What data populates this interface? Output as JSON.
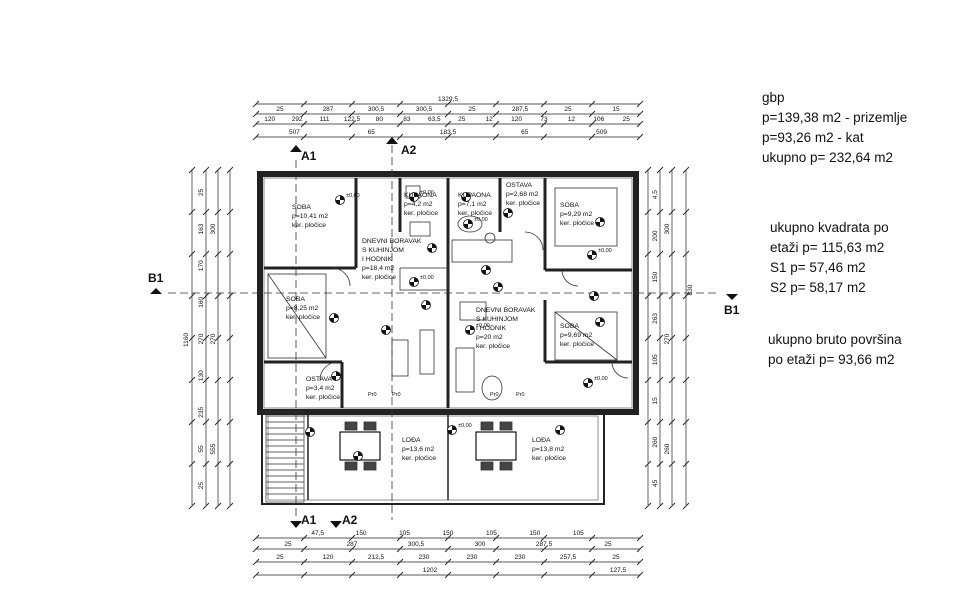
{
  "summary": {
    "gbp": "gbp",
    "ground": "p=139,38 m2 - prizemlje",
    "floor": "p=93,26 m2 - kat",
    "total": "ukupno p= 232,64 m2",
    "per_floor_title": "ukupno kvadrata po",
    "per_floor_value": "etaži p= 115,63 m2",
    "s1": "S1 p= 57,46 m2",
    "s2": "S2 p= 58,17 m2",
    "bruto_title": "ukupno bruto površina",
    "bruto_value": "po etaži p= 93,66 m2"
  },
  "sections": {
    "a1": "A1",
    "a2": "A2",
    "b1": "B1"
  },
  "dims": {
    "top_total": "1329,5",
    "top_row1": [
      "25",
      "287",
      "300,5",
      "300,5",
      "25",
      "287,5",
      "25",
      "15"
    ],
    "top_row2": [
      "120",
      "292",
      "111",
      "122,5",
      "80",
      "83",
      "63,5",
      "25",
      "12",
      "120",
      "73",
      "12",
      "106",
      "25"
    ],
    "top_row3": [
      "507",
      "65",
      "183,5",
      "65",
      "509"
    ],
    "bottom_row1": [
      "47,5",
      "150",
      "105",
      "150",
      "105",
      "150",
      "105"
    ],
    "bottom_row2": [
      "25",
      "287",
      "300,5",
      "300",
      "287,5",
      "25"
    ],
    "bottom_row3": [
      "25",
      "120",
      "212,5",
      "230",
      "230",
      "230",
      "257,5",
      "25"
    ],
    "bottom_total": "1202",
    "bottom_right": "127,5",
    "left_outer": [
      "25",
      "163",
      "170",
      "160",
      "270",
      "130",
      "235",
      "55",
      "25"
    ],
    "left_mid": [
      "300",
      "270",
      "555"
    ],
    "left_total": "1160",
    "right_outer": [
      "4,5",
      "200",
      "150",
      "263",
      "105",
      "15",
      "260",
      "45"
    ],
    "right_mid": [
      "300",
      "270",
      "260"
    ],
    "right_total": "830"
  },
  "rooms": [
    {
      "name": "SOBA",
      "area": "p=10,41 m2",
      "floor": "ker. pločice"
    },
    {
      "name": "SOBA",
      "area": "p=8,25 m2",
      "floor": "ker. pločice"
    },
    {
      "name": "OSTAVA",
      "area": "p=3,4 m2",
      "floor": "ker. pločice"
    },
    {
      "name": "DNEVNI BORAVAK S KUHINJOM I HODNIK",
      "area": "p=18,4 m2",
      "floor": "ker. pločice"
    },
    {
      "name": "KUPAONA",
      "area": "p=4,2 m2",
      "floor": "ker. pločice"
    },
    {
      "name": "KUPAONA",
      "area": "p=7,1 m2",
      "floor": "ker. pločice"
    },
    {
      "name": "OSTAVA",
      "area": "p=2,68 m2",
      "floor": "ker. pločice"
    },
    {
      "name": "DNEVNI BORAVAK S KUHINJOM I HODNIK",
      "area": "p=20 m2",
      "floor": "ker. pločice"
    },
    {
      "name": "SOBA",
      "area": "p=9,29 m2",
      "floor": "ker. pločice"
    },
    {
      "name": "SOBA",
      "area": "p=9,69 m2",
      "floor": "ker. pločice"
    },
    {
      "name": "LOĐA",
      "area": "p=13,6 m2",
      "floor": "ker. pločice"
    },
    {
      "name": "LOĐA",
      "area": "p=13,8 m2",
      "floor": "ker. pločice"
    }
  ],
  "levels": {
    "level_mark": "±0,00",
    "door_mark": "Pr0"
  }
}
